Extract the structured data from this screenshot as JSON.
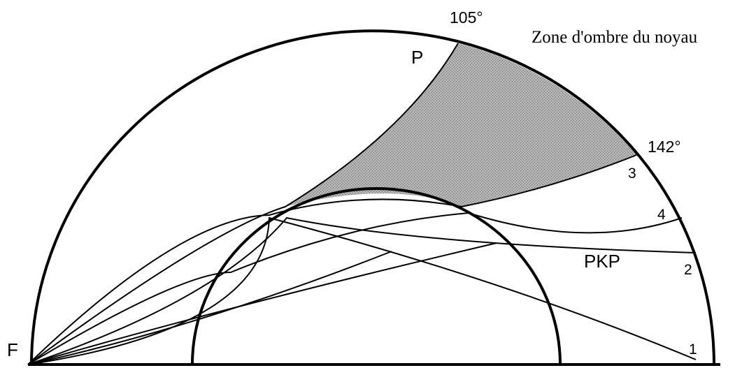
{
  "diagram": {
    "title": "Zone d'ombre du noyau",
    "angles": {
      "a105": "105°",
      "a142": "142°"
    },
    "waves": {
      "p": "P",
      "pkp": "PKP"
    },
    "focus": "F",
    "ray_numbers": {
      "r1": "1",
      "r2": "2",
      "r3": "3",
      "r4": "4"
    },
    "colors": {
      "ink": "#000000",
      "shadow_zone": "#aaaaaa",
      "background": "#ffffff"
    }
  }
}
